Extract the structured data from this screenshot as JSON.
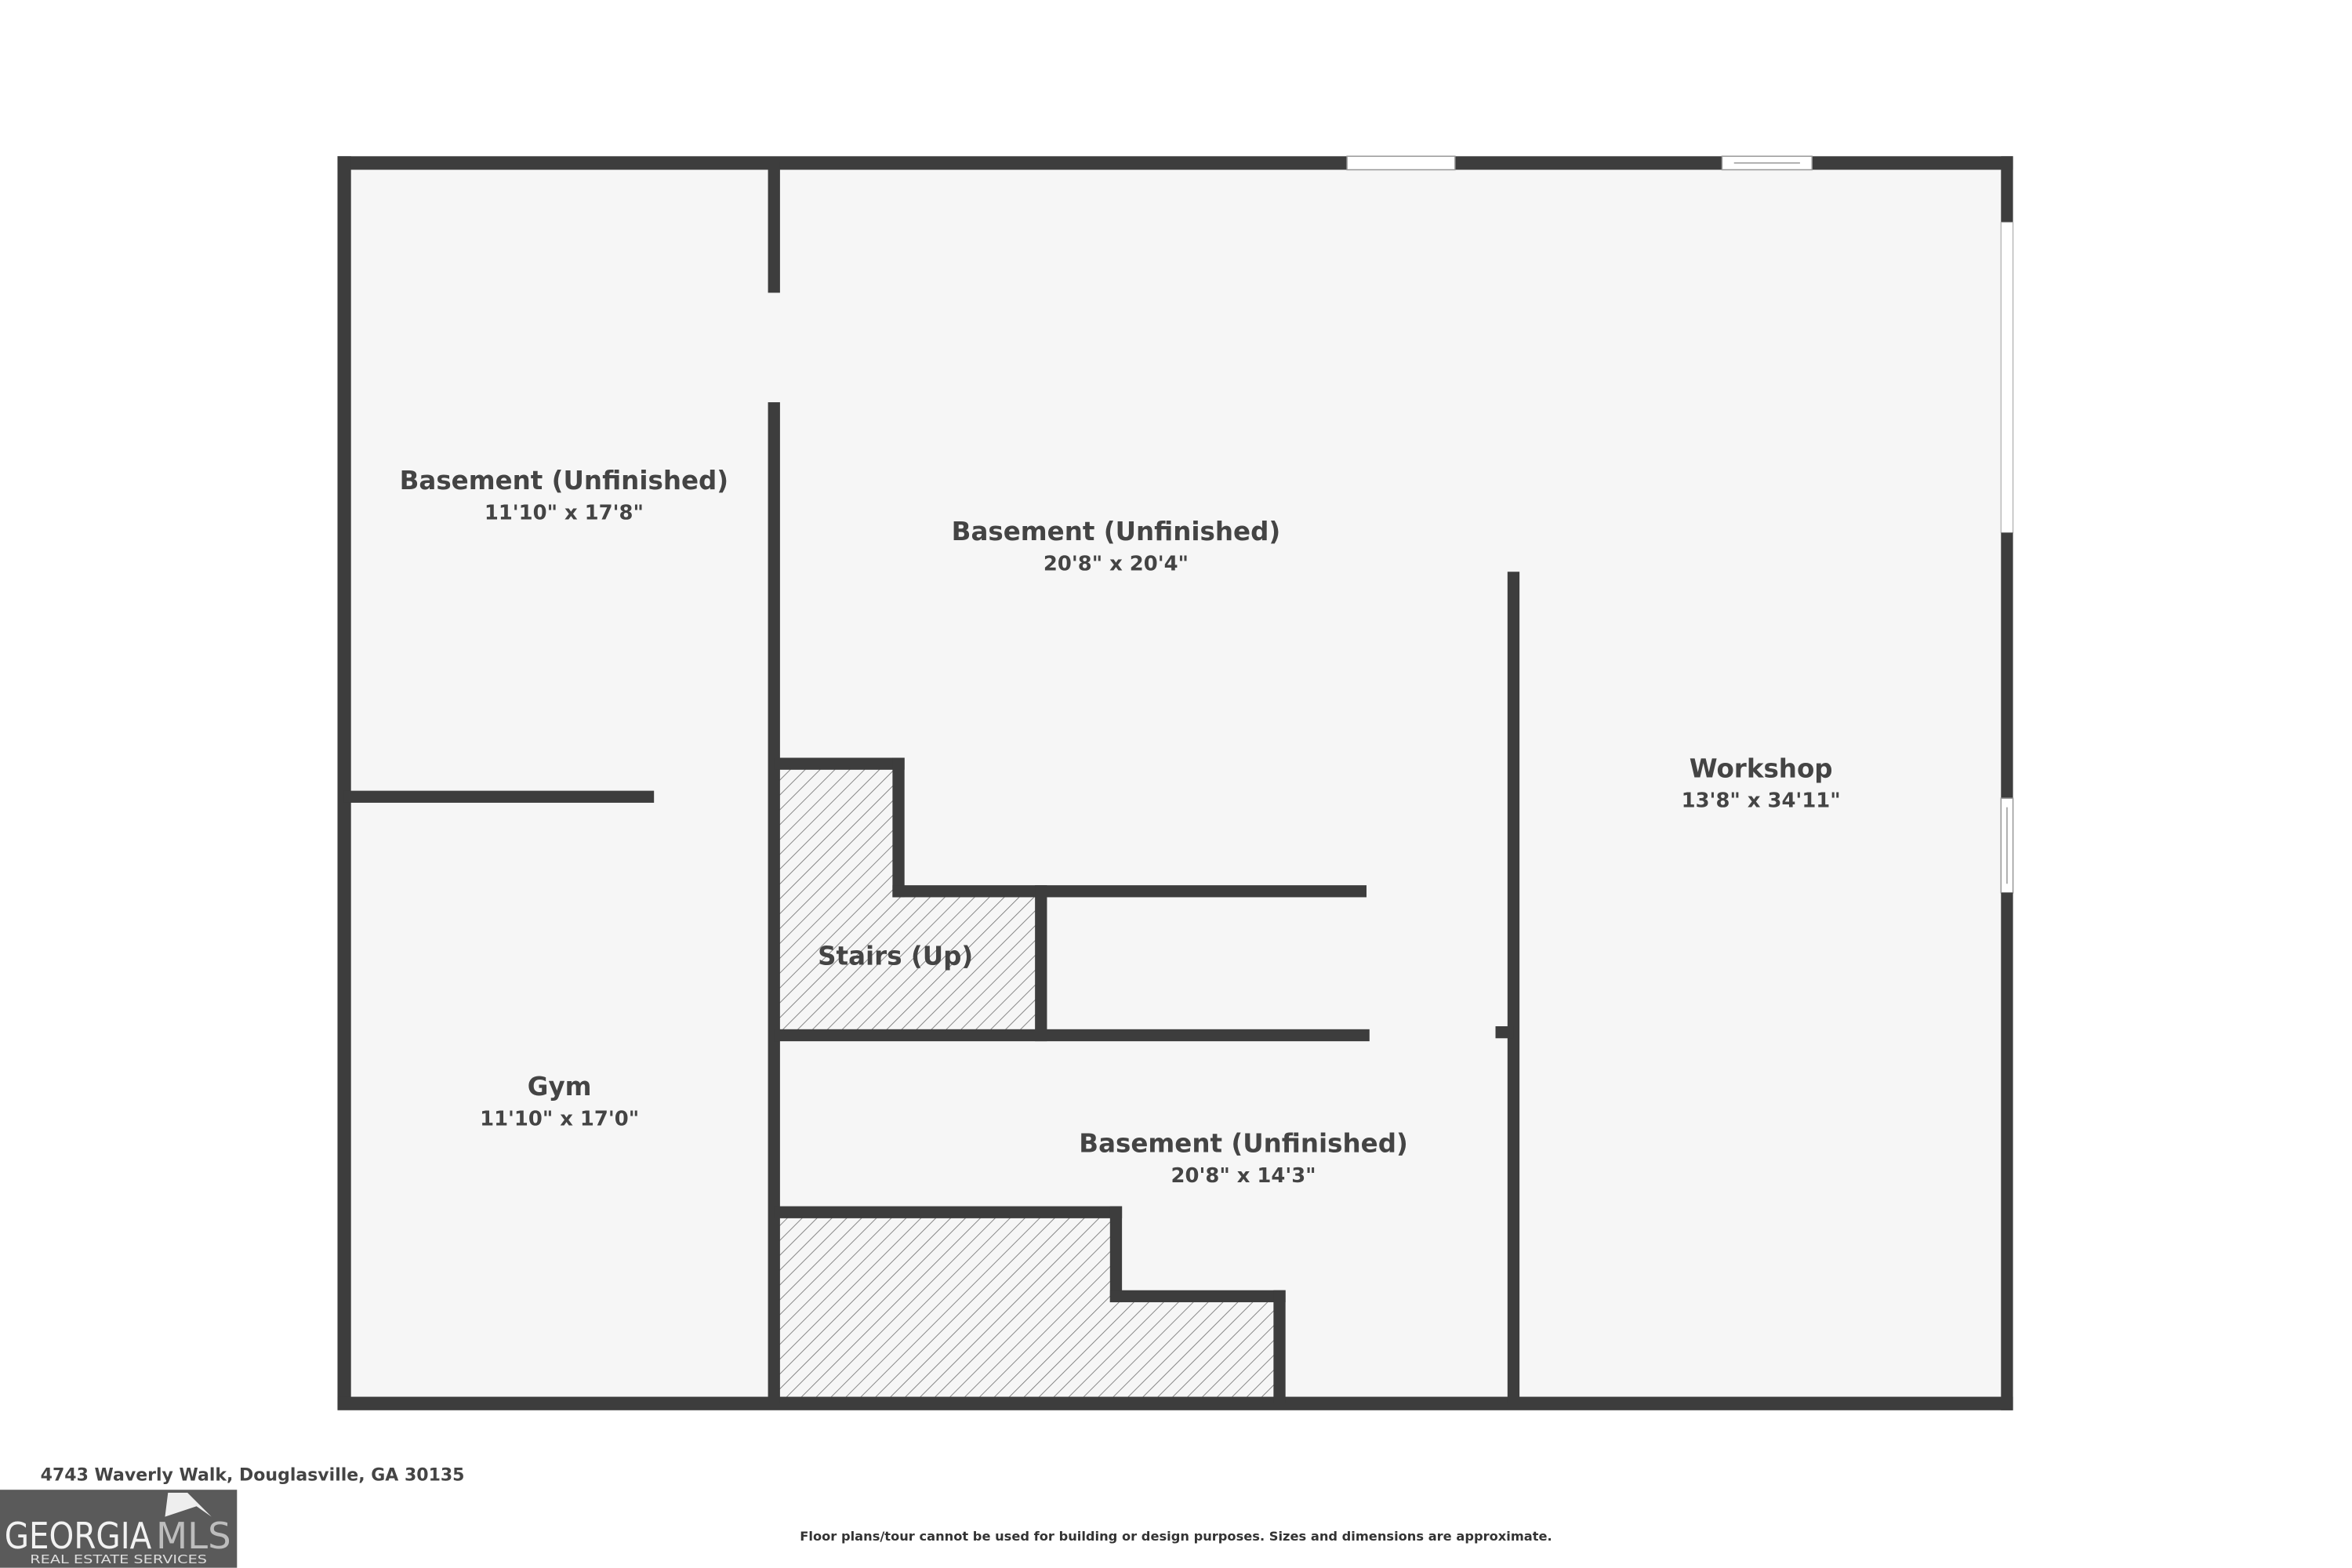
{
  "rooms": [
    {
      "name": "Basement (Unfinished)",
      "dims": "11'10\" x 17'8\""
    },
    {
      "name": "Basement (Unfinished)",
      "dims": "20'8\" x 20'4\""
    },
    {
      "name": "Workshop",
      "dims": "13'8\" x 34'11\""
    },
    {
      "name": "Stairs (Up)"
    },
    {
      "name": "Gym",
      "dims": "11'10\" x 17'0\""
    },
    {
      "name": "Basement (Unfinished)",
      "dims": "20'8\" x 14'3\""
    }
  ],
  "footer": {
    "address": "4743 Waverly Walk, Douglasville, GA 30135",
    "disclaimer": "Floor plans/tour cannot be used for building or design purposes. Sizes and dimensions are approximate.",
    "logo_main": "GEORGIA",
    "logo_accent": "MLS",
    "logo_sub": "REAL ESTATE SERVICES"
  },
  "colors": {
    "wall": "#3d3d3d",
    "floor": "#f6f6f6",
    "logo_bg": "#5a5a5a"
  }
}
